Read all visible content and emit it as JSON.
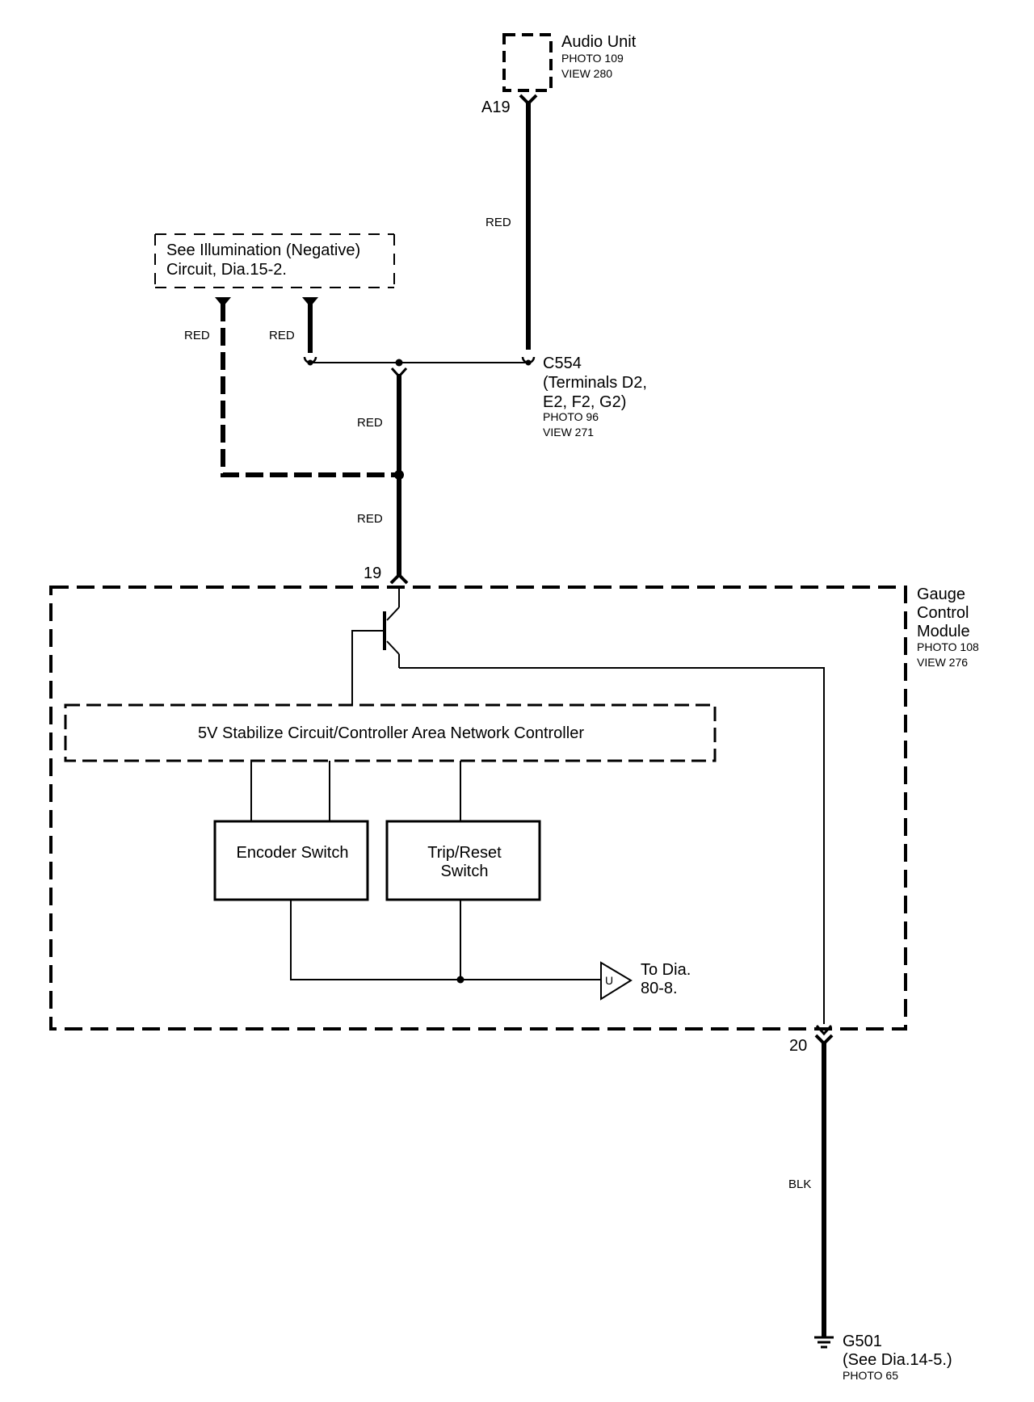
{
  "audio_unit": {
    "name": "Audio Unit",
    "photo": "PHOTO 109",
    "view": "VIEW 280",
    "pin": "A19"
  },
  "illumination_note": {
    "line1": "See Illumination (Negative)",
    "line2": "Circuit, Dia.15-2."
  },
  "connector_c554": {
    "name": "C554",
    "line2": "(Terminals D2,",
    "line3": "E2, F2, G2)",
    "photo": "PHOTO 96",
    "view": "VIEW 271"
  },
  "wire_colors": {
    "audio_to_c554": "RED",
    "illum_left": "RED",
    "illum_right": "RED",
    "c554_down": "RED",
    "to_gauge": "RED",
    "ground": "BLK"
  },
  "gauge_module": {
    "line1": "Gauge",
    "line2": "Control",
    "line3": "Module",
    "photo": "PHOTO 108",
    "view": "VIEW 276",
    "pin_in": "19",
    "pin_out": "20"
  },
  "controller_block": {
    "label": "5V Stabilize Circuit/Controller Area Network Controller"
  },
  "encoder_switch": {
    "label": "Encoder Switch"
  },
  "trip_reset_switch": {
    "line1": "Trip/Reset",
    "line2": "Switch"
  },
  "offpage_connector": {
    "letter": "U",
    "line1": "To Dia.",
    "line2": "80-8."
  },
  "ground_g501": {
    "name": "G501",
    "line2": "(See Dia.14-5.)",
    "photo": "PHOTO 65"
  }
}
